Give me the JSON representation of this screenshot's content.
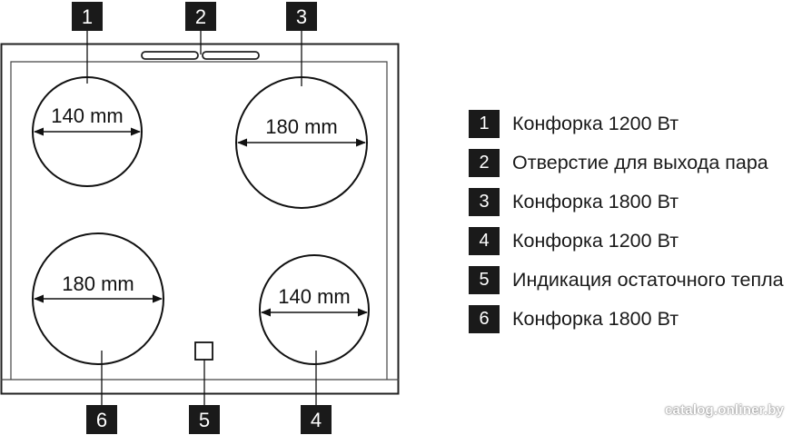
{
  "burners": [
    {
      "number": "1",
      "dimension": "140 mm"
    },
    {
      "number": "3",
      "dimension": "180 mm"
    },
    {
      "number": "6",
      "dimension": "180 mm"
    },
    {
      "number": "4",
      "dimension": "140 mm"
    }
  ],
  "callouts": {
    "steam_vent_number": "2",
    "indicator_number": "5"
  },
  "legend": [
    {
      "number": "1",
      "label": "Конфорка 1200 Вт"
    },
    {
      "number": "2",
      "label": "Отверстие для выхода пара"
    },
    {
      "number": "3",
      "label": "Конфорка 1800 Вт"
    },
    {
      "number": "4",
      "label": "Конфорка 1200 Вт"
    },
    {
      "number": "5",
      "label": "Индикация остаточного тепла"
    },
    {
      "number": "6",
      "label": "Конфорка 1800 Вт"
    }
  ],
  "watermark": "catalog.onliner.by",
  "colors": {
    "ink": "#1a1a1a",
    "badge_bg": "#1a1a1a",
    "badge_text": "#ffffff",
    "background": "#ffffff"
  }
}
